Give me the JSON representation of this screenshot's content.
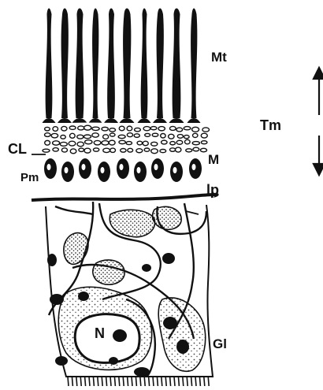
{
  "diagram": {
    "labels": {
      "mt": "Mt",
      "cl": "CL",
      "m": "M",
      "pm": "Pm",
      "lp": "lp",
      "n": "N",
      "gl": "Gl",
      "tm": "Tm"
    },
    "colors": {
      "ink": "#111111",
      "paper": "#ffffff",
      "stipple": "#555555"
    }
  }
}
